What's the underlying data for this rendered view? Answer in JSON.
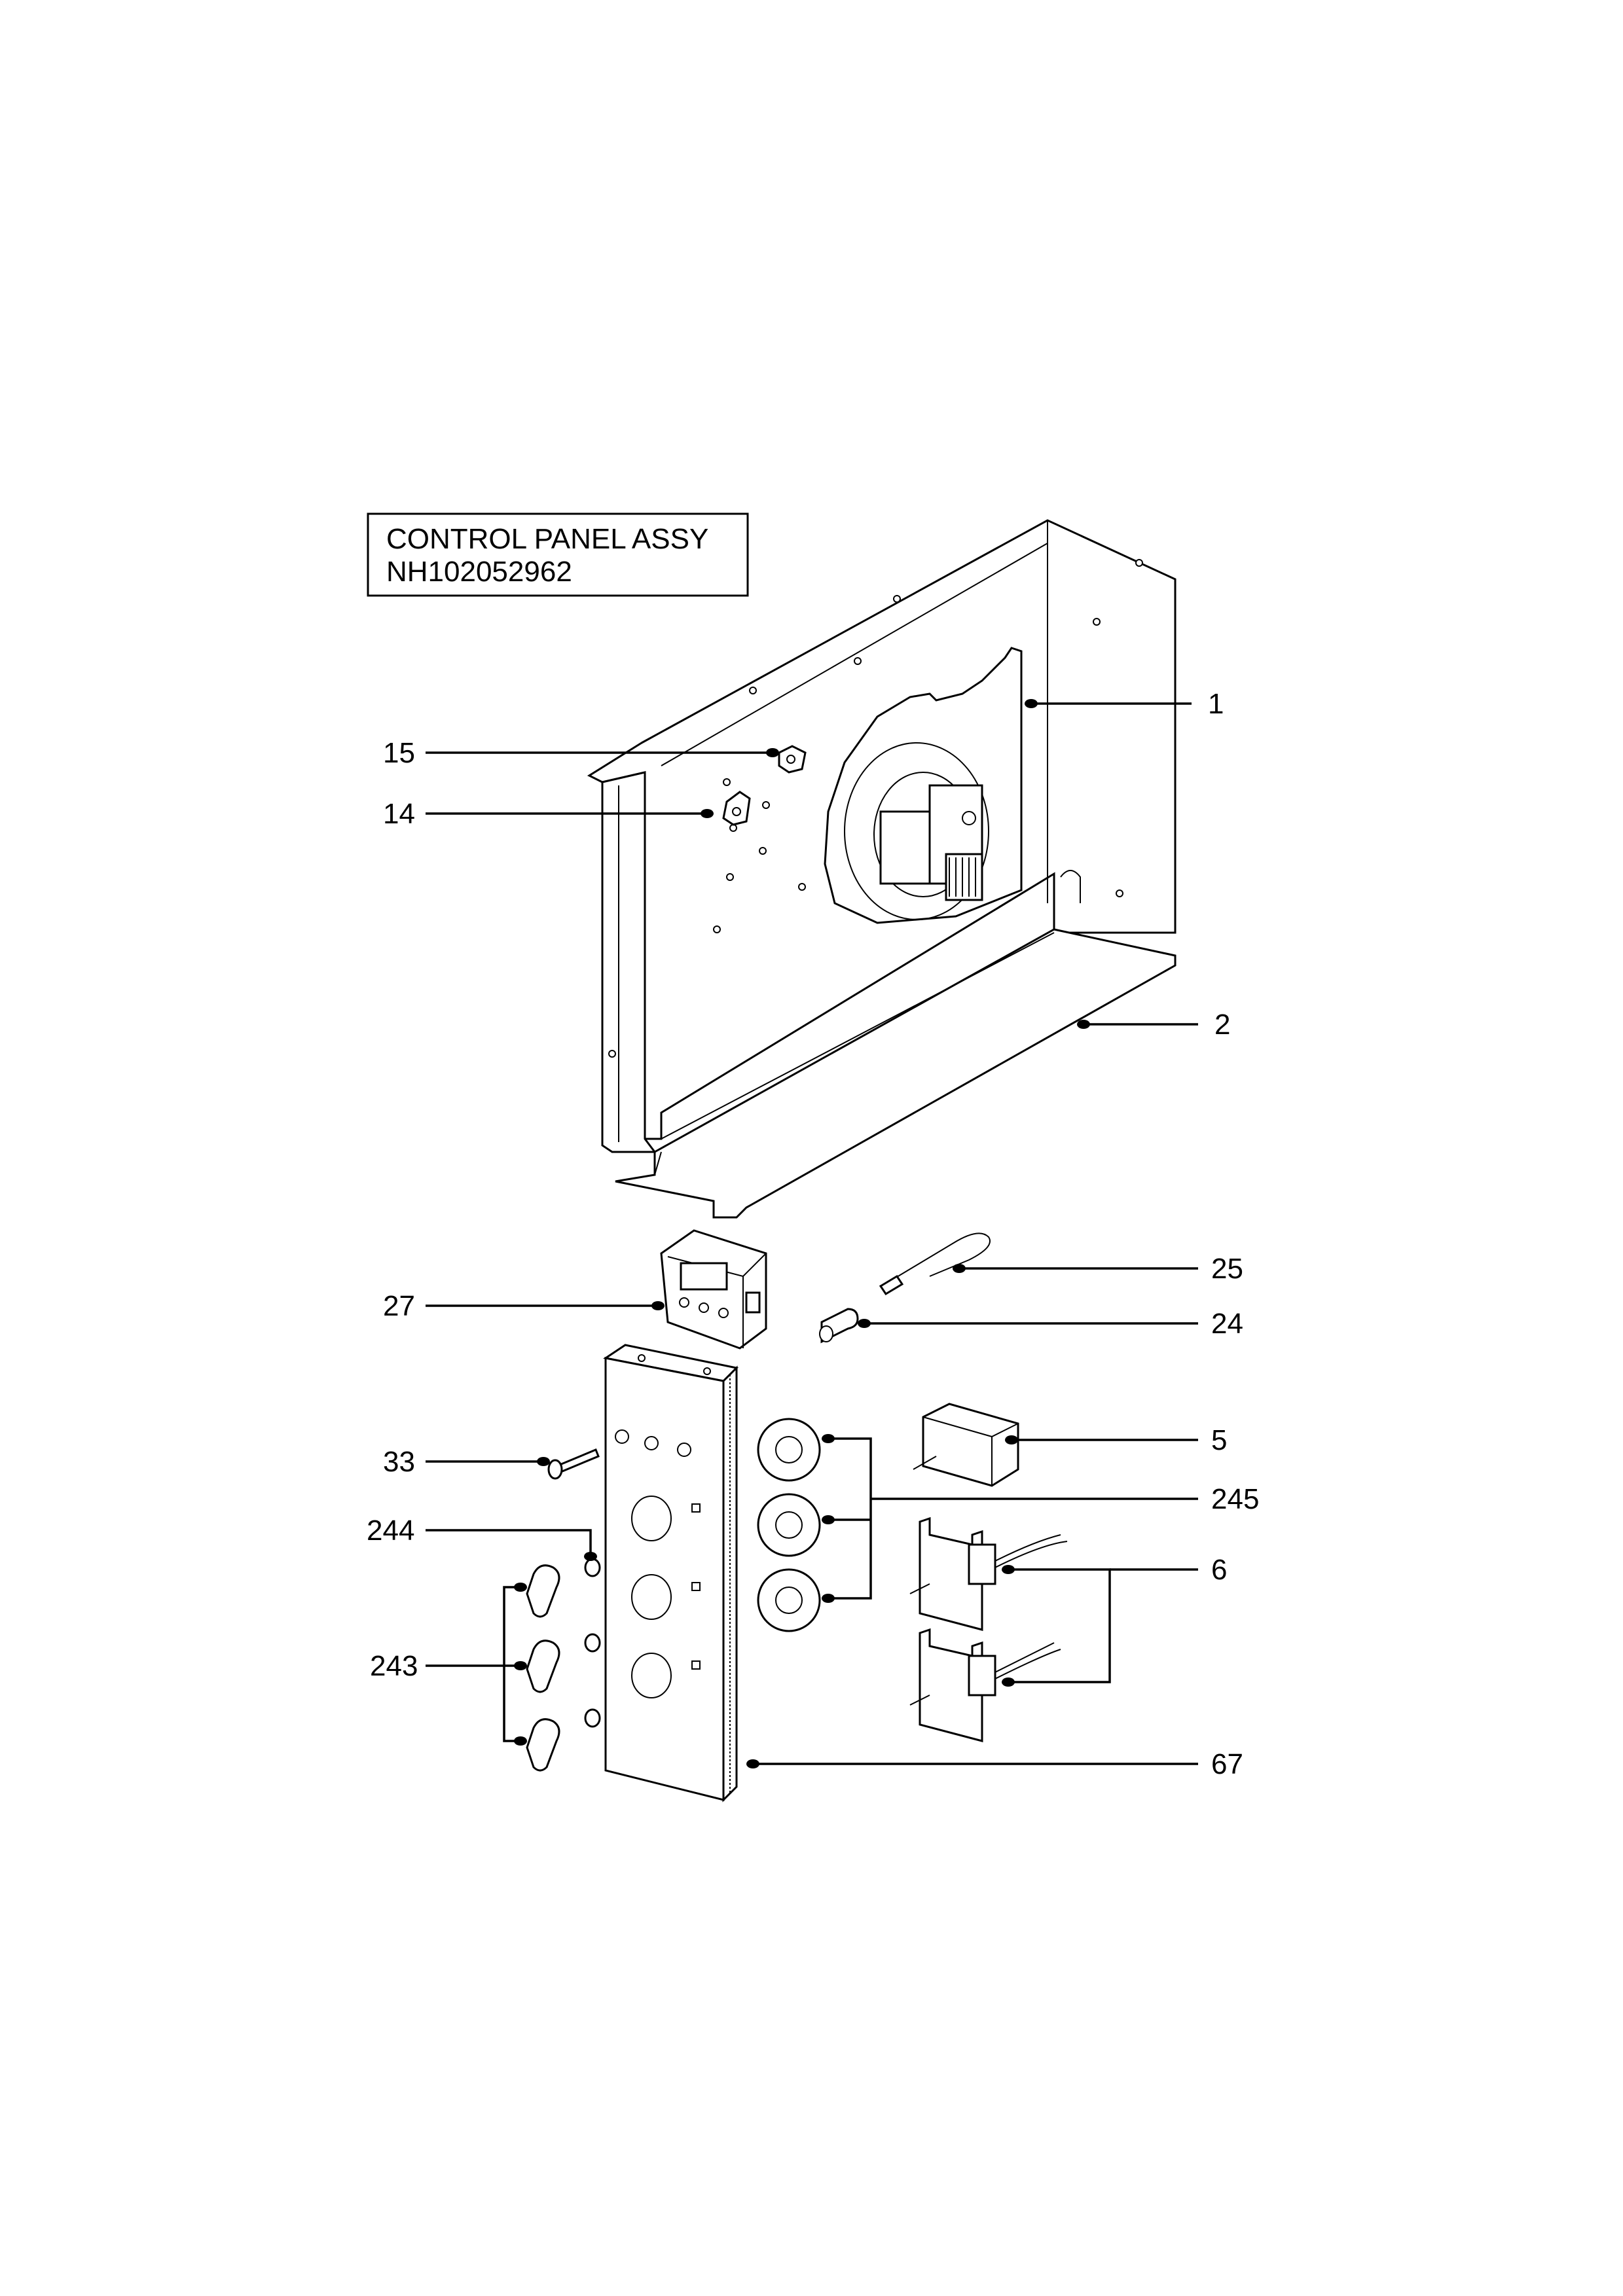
{
  "title": {
    "line1": "CONTROL PANEL ASSY",
    "line2": "NH102052962"
  },
  "callouts": {
    "c1": "1",
    "c2": "2",
    "c5": "5",
    "c6": "6",
    "c14": "14",
    "c15": "15",
    "c24": "24",
    "c25": "25",
    "c27": "27",
    "c33": "33",
    "c67": "67",
    "c243": "243",
    "c244": "244",
    "c245": "245"
  },
  "colors": {
    "line": "#000000",
    "background": "#ffffff"
  }
}
